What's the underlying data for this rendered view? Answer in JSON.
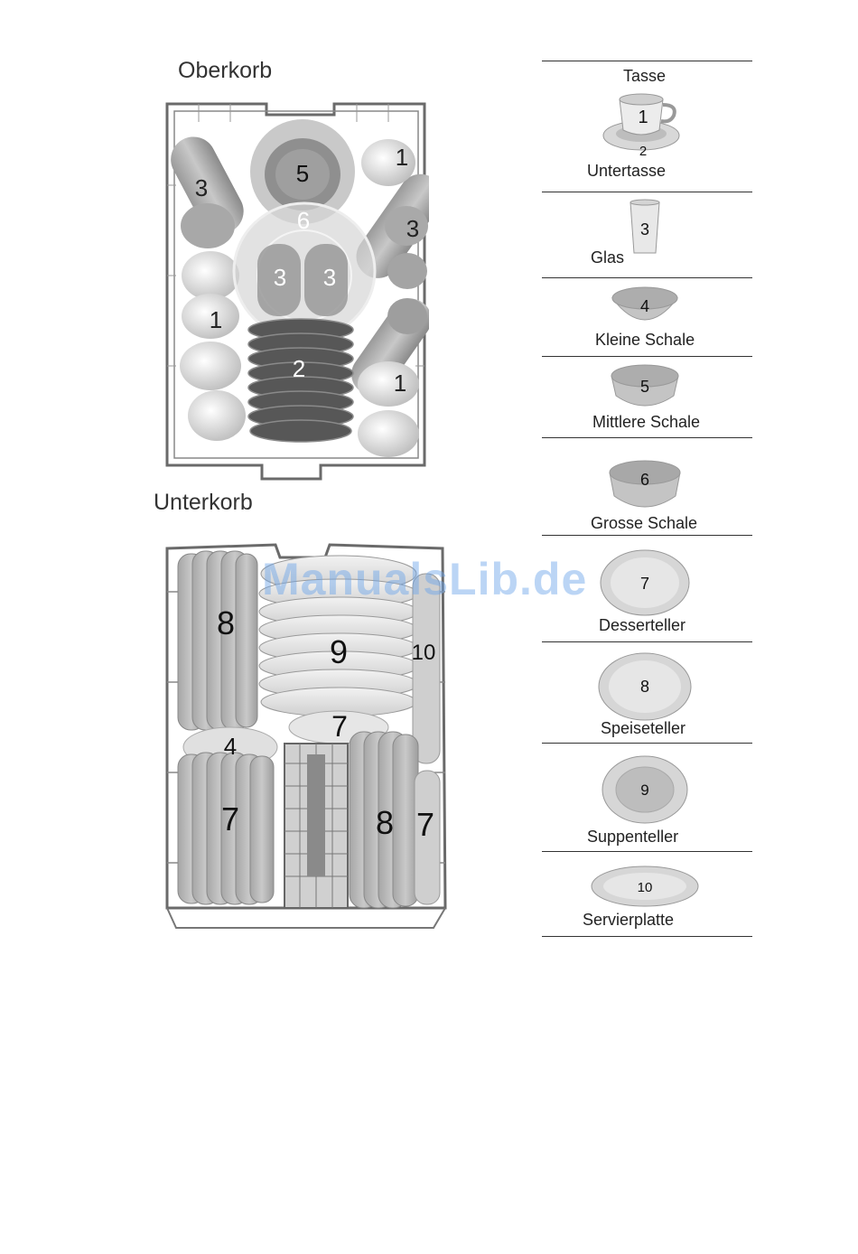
{
  "upper_rack": {
    "title": "Oberkorb",
    "numbers": [
      "5",
      "6",
      "3",
      "3",
      "3",
      "3",
      "1",
      "1",
      "1",
      "2"
    ]
  },
  "lower_rack": {
    "title": "Unterkorb",
    "numbers": [
      "8",
      "9",
      "10",
      "7",
      "4",
      "7",
      "8",
      "7"
    ]
  },
  "watermark": "ManualsLib.de",
  "legend": [
    {
      "number": "1",
      "label": "Tasse",
      "icon": "cup-icon"
    },
    {
      "number": "2",
      "label": "Untertasse",
      "icon": "saucer-icon"
    },
    {
      "number": "3",
      "label": "Glas",
      "icon": "glass-icon"
    },
    {
      "number": "4",
      "label": "Kleine Schale",
      "icon": "small-bowl-icon"
    },
    {
      "number": "5",
      "label": "Mittlere Schale",
      "icon": "medium-bowl-icon"
    },
    {
      "number": "6",
      "label": "Grosse Schale",
      "icon": "large-bowl-icon"
    },
    {
      "number": "7",
      "label": "Desserteller",
      "icon": "dessert-plate-icon"
    },
    {
      "number": "8",
      "label": "Speiseteller",
      "icon": "dinner-plate-icon"
    },
    {
      "number": "9",
      "label": "Suppenteller",
      "icon": "soup-plate-icon"
    },
    {
      "number": "10",
      "label": "Servierplatte",
      "icon": "serving-platter-icon"
    }
  ]
}
